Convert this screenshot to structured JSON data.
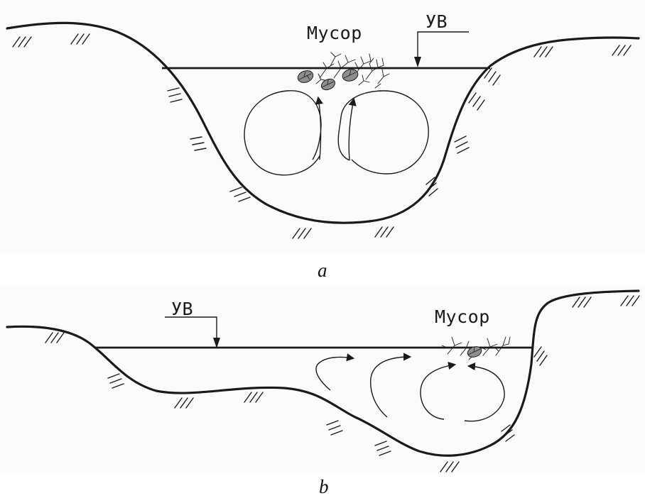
{
  "panel_a": {
    "debris_label": "Мусор",
    "water_level_label": "УВ",
    "caption": "a"
  },
  "panel_b": {
    "debris_label": "Мусор",
    "water_level_label": "УВ",
    "caption": "b"
  },
  "colors": {
    "line": "#1a1a1a",
    "leaf": "#8e8e8e",
    "panel_background": "#fbfbf9"
  }
}
